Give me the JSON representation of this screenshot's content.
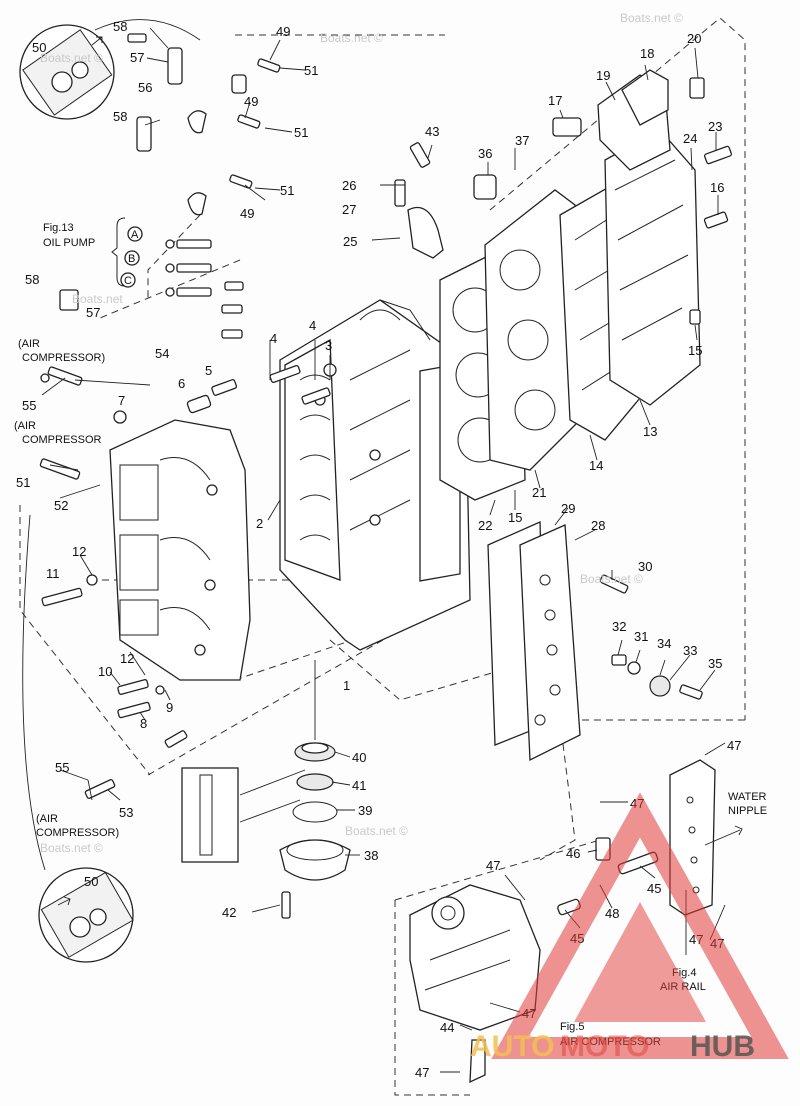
{
  "callouts": [
    "1",
    "2",
    "3",
    "4",
    "4",
    "5",
    "6",
    "7",
    "8",
    "9",
    "10",
    "11",
    "12",
    "12",
    "13",
    "14",
    "15",
    "15",
    "16",
    "17",
    "18",
    "19",
    "20",
    "21",
    "22",
    "23",
    "24",
    "25",
    "26",
    "27",
    "28",
    "29",
    "30",
    "31",
    "32",
    "33",
    "34",
    "35",
    "36",
    "37",
    "38",
    "39",
    "40",
    "41",
    "42",
    "43",
    "44",
    "45",
    "45",
    "46",
    "47",
    "47",
    "47",
    "47",
    "47",
    "47",
    "47",
    "48",
    "49",
    "49",
    "49",
    "50",
    "50",
    "51",
    "51",
    "51",
    "51",
    "52",
    "53",
    "54",
    "55",
    "55",
    "56",
    "57",
    "57",
    "58",
    "58",
    "58"
  ],
  "labels": {
    "fig13": "Fig.13",
    "oil_pump": "OIL PUMP",
    "air_comp_1a": "(AIR",
    "air_comp_1b": "COMPRESSOR)",
    "air_comp_2a": "(AIR",
    "air_comp_2b": "COMPRESSOR",
    "air_comp_3a": "(AIR",
    "air_comp_3b": "COMPRESSOR)",
    "water_1": "WATER",
    "water_2": "NIPPLE",
    "fig4": "Fig.4",
    "air_rail": "AIR RAIL",
    "fig5": "Fig.5",
    "air_compressor": "AIR COMPRESSOR",
    "circle_a": "A",
    "circle_b": "B",
    "circle_c": "C"
  },
  "watermarks": [
    "Boats.net ©",
    "Boats.net ©",
    "Boats.net ©",
    "Boats.net ©",
    "Boats.net ©",
    "Boats.net",
    "Boats.net ©"
  ],
  "logo": {
    "part1": "AUTO",
    "part2": "MOTO",
    "part3": "HUB",
    "triangle_color": "#e03a36",
    "text_color_1": "#f3bf52",
    "text_color_3": "#555555"
  }
}
